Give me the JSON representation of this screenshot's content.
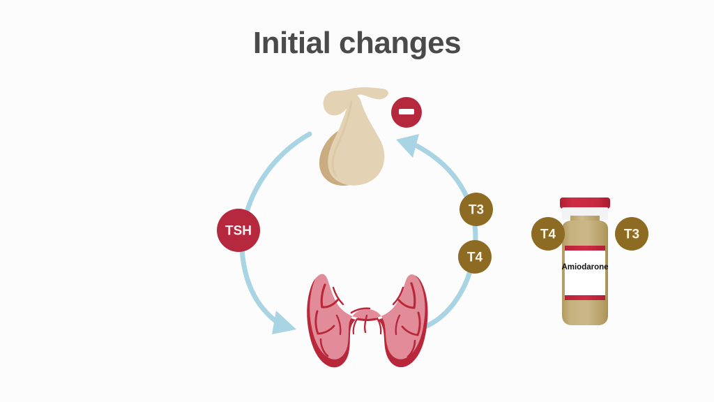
{
  "page": {
    "title": "Initial changes",
    "background_color": "#fcfcfc"
  },
  "colors": {
    "title_text": "#4a4a4a",
    "arrow_blue": "#a8d4e3",
    "tsh_badge": "#b5283e",
    "minus_badge": "#b5283e",
    "hormone_badge": "#8d6b22",
    "pituitary_light": "#e3d2b4",
    "pituitary_dark": "#c9ac80",
    "thyroid_pink": "#e28c99",
    "thyroid_dark_red": "#b8283a",
    "vial_body": "#bda973",
    "vial_cap_red": "#c9243d",
    "vial_neck_white": "#f3f3f5",
    "label_white": "#ffffff"
  },
  "diagram": {
    "name": "thyroid-feedback-loop",
    "pituitary": {
      "name": "pituitary-gland",
      "description": "pituitary gland"
    },
    "thyroid": {
      "name": "thyroid-gland",
      "description": "thyroid gland"
    },
    "arrows": [
      {
        "name": "arrow-pituitary-to-thyroid",
        "direction": "down"
      },
      {
        "name": "arrow-thyroid-to-pituitary",
        "direction": "up"
      }
    ],
    "badges": [
      {
        "id": "tsh",
        "label": "TSH",
        "kind": "tsh"
      },
      {
        "id": "t3_loop",
        "label": "T3",
        "kind": "hormone"
      },
      {
        "id": "t4_loop",
        "label": "T4",
        "kind": "hormone"
      }
    ],
    "inhibition_badge": {
      "name": "minus-badge",
      "symbol": "−",
      "meaning": "negative feedback"
    }
  },
  "vial": {
    "name": "amiodarone-vial",
    "label_text": "Amiodarone",
    "badges": [
      {
        "id": "t4_vial",
        "label": "T4",
        "side": "left"
      },
      {
        "id": "t3_vial",
        "label": "T3",
        "side": "right"
      }
    ]
  }
}
